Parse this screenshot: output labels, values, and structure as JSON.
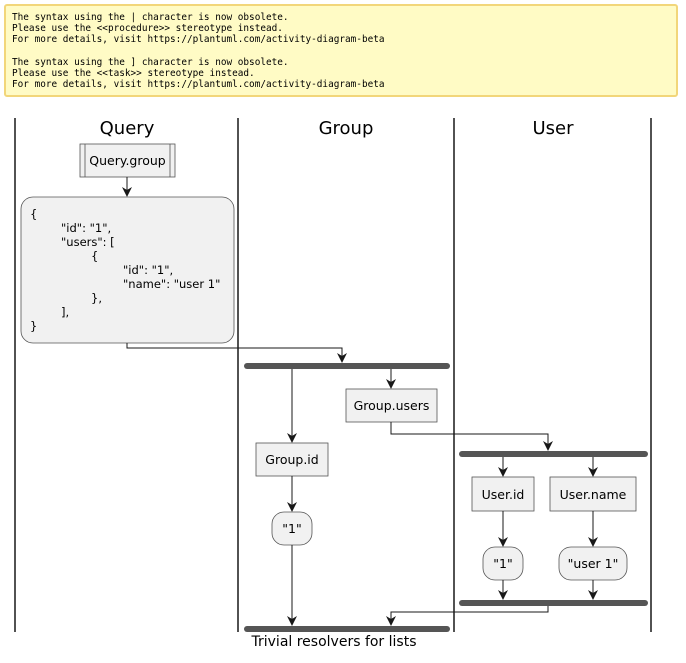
{
  "warning": {
    "lines": [
      "The syntax using the | character is now obsolete.",
      "Please use the <<procedure>> stereotype instead.",
      "For more details, visit https://plantuml.com/activity-diagram-beta",
      "",
      "The syntax using the ] character is now obsolete.",
      "Please use the <<task>> stereotype instead.",
      "For more details, visit https://plantuml.com/activity-diagram-beta"
    ]
  },
  "lanes": {
    "query": "Query",
    "group": "Group",
    "user": "User"
  },
  "nodes": {
    "query_group": "Query.group",
    "json": [
      "{",
      "\"id\": \"1\",",
      "\"users\": [",
      "{",
      "\"id\": \"1\",",
      "\"name\": \"user 1\"",
      "},",
      "],",
      "}"
    ],
    "group_users": "Group.users",
    "group_id": "Group.id",
    "group_id_value": "\"1\"",
    "user_id": "User.id",
    "user_name": "User.name",
    "user_id_value": "\"1\"",
    "user_name_value": "\"user 1\""
  },
  "caption": "Trivial resolvers for lists",
  "colors": {
    "node_fill": "#F1F1F1",
    "node_border": "#555555",
    "bar": "#555555",
    "arrow": "#181818",
    "warning_bg": "#FFFBC5",
    "warning_border": "#F2D67A"
  }
}
